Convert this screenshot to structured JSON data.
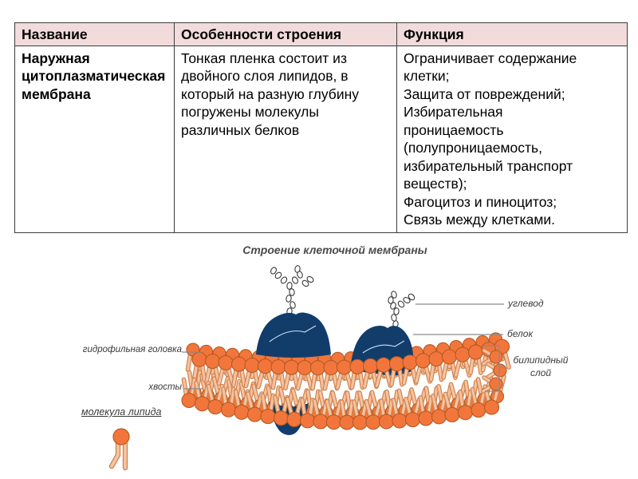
{
  "table": {
    "header": {
      "name": "Название",
      "structure": "Особенности строения",
      "function": "Функция"
    },
    "row": {
      "name": "Наружная цитоплазматическая мембрана",
      "structure_lines": [
        "Тонкая пленка состоит из",
        "двойного слоя липидов, в",
        "который на разную глубину",
        "погружены молекулы",
        "различных белков"
      ],
      "function_lines": [
        "Ограничивает содержание",
        "клетки;",
        "Защита от повреждений;",
        "Избирательная",
        "проницаемость",
        "(полупроницаемость,",
        "избирательный транспорт",
        "веществ);",
        "Фагоцитоз и пиноцитоз;",
        "Связь между клетками."
      ]
    },
    "colors": {
      "header_bg": "#f2dcdb",
      "border": "#3c3c3c",
      "text": "#000000"
    }
  },
  "diagram": {
    "title": "Строение клеточной мембраны",
    "labels": {
      "carbohydrate": "углевод",
      "protein": "белок",
      "bilipid_layer": [
        "билипидный",
        "слой"
      ],
      "hydrophilic_head": "гидрофильная головка",
      "tails": "хвосты",
      "lipid_molecule": "молекула липида"
    },
    "colors": {
      "head_fill": "#f2763c",
      "head_stroke": "#b55a22",
      "tail_fill": "#f6c3a0",
      "tail_stroke": "#cf834f",
      "protein_fill": "#123d6b",
      "protein_accent": "#cfe0ef",
      "chain_stroke": "#3a3a3a",
      "leader_line": "#8a8a8a",
      "label_color": "#3b3b3b",
      "title_color": "#4a4a4a"
    }
  }
}
